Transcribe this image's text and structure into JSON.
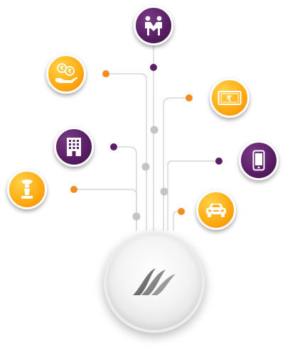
{
  "diagram": {
    "hub": {
      "icon": "brand-swoosh-logo-icon"
    },
    "nodes": [
      {
        "id": "partnership",
        "icon": "handshake-people-icon",
        "color": "#5a1f66"
      },
      {
        "id": "coins-hand",
        "icon": "coins-in-hand-icon",
        "color": "#ffad14"
      },
      {
        "id": "rupee-note",
        "icon": "rupee-banknote-icon",
        "color": "#ffad14"
      },
      {
        "id": "building",
        "icon": "office-building-icon",
        "color": "#5a1f66"
      },
      {
        "id": "mobile",
        "icon": "mobile-phone-icon",
        "color": "#5a1f66"
      },
      {
        "id": "gold",
        "icon": "gold-pawn-icon",
        "color": "#ffad14"
      },
      {
        "id": "car",
        "icon": "car-icon",
        "color": "#ffad14"
      }
    ],
    "colors": {
      "purple": "#5a1f66",
      "orange": "#ffad14",
      "orange_dot": "#f28c1e",
      "purple_dot": "#5a1f66",
      "line": "#c8c8c8",
      "gray_dot": "#c4c4c4"
    }
  }
}
